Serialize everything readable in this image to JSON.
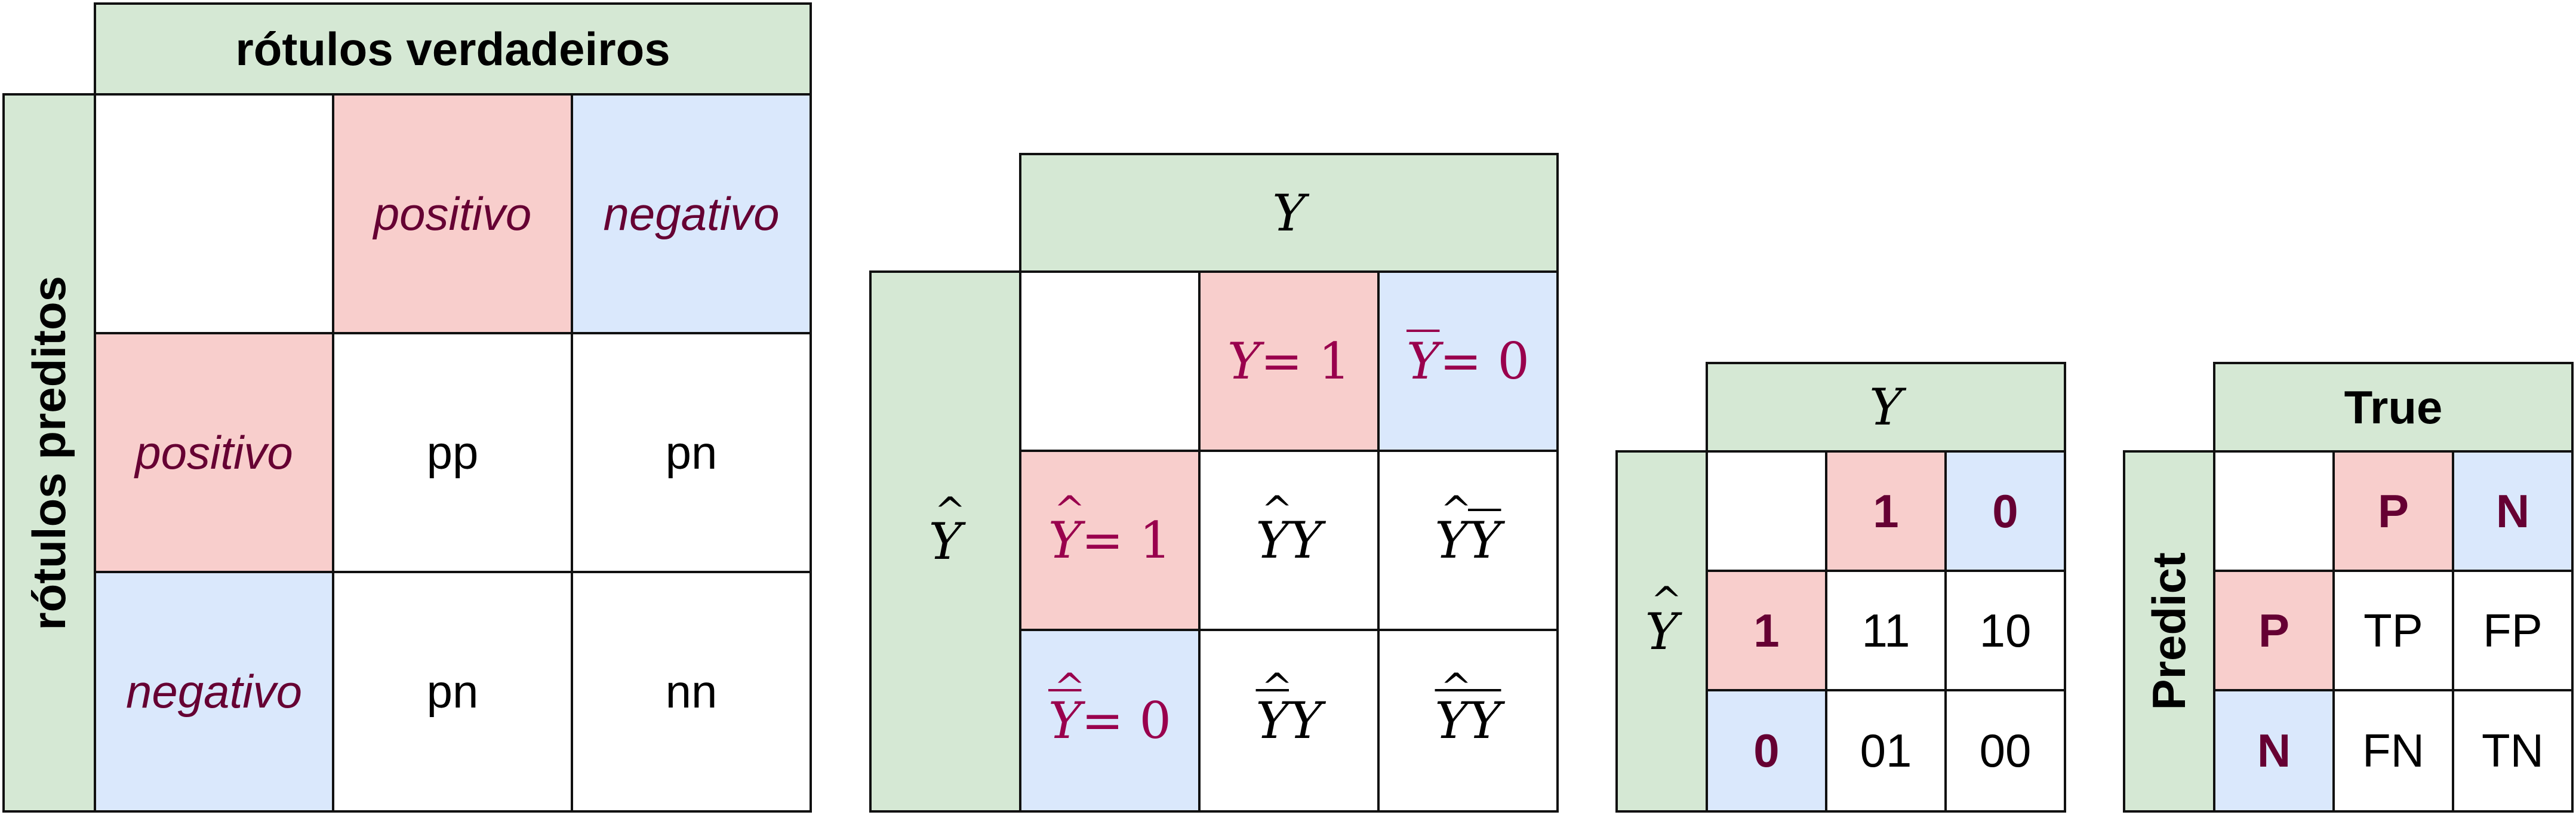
{
  "colors": {
    "header_green": "#d5e8d4",
    "positive_red": "#f8cecc",
    "negative_blue": "#dae8fc",
    "accent_text": "#99004d",
    "dark_accent_text": "#660033",
    "border": "#111111"
  },
  "matrix_pt": {
    "top_header": "rótulos verdadeiros",
    "side_header": "rótulos preditos",
    "col_labels": [
      "positivo",
      "negativo"
    ],
    "row_labels": [
      "positivo",
      "negativo"
    ],
    "cells": [
      [
        "pp",
        "pn"
      ],
      [
        "pn",
        "nn"
      ]
    ]
  },
  "matrix_math": {
    "top_header": "Y",
    "side_header": "Y",
    "col1_var": "Y",
    "col1_eq": " = 1",
    "col2_var": "Y",
    "col2_eq": " = 0",
    "row1_var": "Y",
    "row1_eq": " = 1",
    "row2_var": "Y",
    "row2_eq": " = 0",
    "c11_a": "Y",
    "c11_b": "Y",
    "c12_a": "Y",
    "c12_b": "Y",
    "c21_a": "Y",
    "c21_b": "Y",
    "c22_a": "Y",
    "c22_b": "Y"
  },
  "matrix_binary": {
    "top_header": "Y",
    "side_header": "Y",
    "col_labels": [
      "1",
      "0"
    ],
    "row_labels": [
      "1",
      "0"
    ],
    "cells": [
      [
        "11",
        "10"
      ],
      [
        "01",
        "00"
      ]
    ]
  },
  "matrix_en": {
    "top_header": "True",
    "side_header": "Predict",
    "col_labels": [
      "P",
      "N"
    ],
    "row_labels": [
      "P",
      "N"
    ],
    "cells": [
      [
        "TP",
        "FP"
      ],
      [
        "FN",
        "TN"
      ]
    ]
  }
}
